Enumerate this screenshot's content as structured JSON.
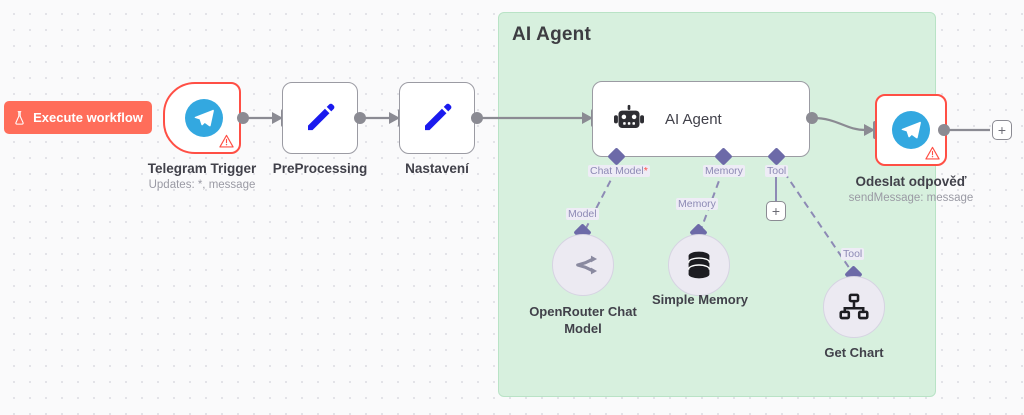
{
  "canvas": {
    "background": "#fafafb",
    "dot_color": "#e3e3e8"
  },
  "toolbar": {
    "execute_workflow_label": "Execute workflow",
    "execute_icon": "flask-icon",
    "execute_color": "#ff6d5a"
  },
  "group": {
    "title": "AI Agent",
    "fill": "#d7f0de",
    "border": "#b9e3c6"
  },
  "nodes": [
    {
      "id": "telegram-trigger",
      "name": "Telegram Trigger",
      "subtitle": "Updates: *, message",
      "icon": "telegram-icon",
      "shape": "trigger",
      "state": "error",
      "warning": true,
      "accent": "#33a8e0"
    },
    {
      "id": "preprocessing",
      "name": "PreProcessing",
      "subtitle": "",
      "icon": "pencil-icon",
      "shape": "rect",
      "state": "normal",
      "warning": false,
      "accent": "#1a1aee"
    },
    {
      "id": "nastaveni",
      "name": "Nastavení",
      "subtitle": "",
      "icon": "pencil-icon",
      "shape": "rect",
      "state": "normal",
      "warning": false,
      "accent": "#1a1aee"
    },
    {
      "id": "ai-agent",
      "name": "AI Agent",
      "subtitle": "",
      "icon": "robot-icon",
      "shape": "wide",
      "state": "normal",
      "warning": false,
      "accent": "#2e2e33"
    },
    {
      "id": "odeslat-odpoved",
      "name": "Odeslat odpověď",
      "subtitle": "sendMessage: message",
      "icon": "telegram-icon",
      "shape": "rect",
      "state": "error",
      "warning": true,
      "accent": "#33a8e0"
    }
  ],
  "subnodes": [
    {
      "id": "openrouter-chat-model",
      "name_line1": "OpenRouter Chat",
      "name_line2": "Model",
      "icon": "openrouter-icon",
      "port_label": "Model"
    },
    {
      "id": "simple-memory",
      "name_line1": "Simple Memory",
      "name_line2": "",
      "icon": "database-icon",
      "port_label": "Memory"
    },
    {
      "id": "get-chart",
      "name_line1": "Get Chart",
      "name_line2": "",
      "icon": "sitemap-icon",
      "port_label": "Tool"
    }
  ],
  "agent_ports": [
    {
      "id": "chat-model-port",
      "label": "Chat Model",
      "required_marker": "*"
    },
    {
      "id": "memory-port",
      "label": "Memory",
      "required_marker": ""
    },
    {
      "id": "tool-port",
      "label": "Tool",
      "required_marker": ""
    }
  ],
  "buttons": {
    "add_tool_label": "+",
    "add_next_node_label": "+"
  }
}
